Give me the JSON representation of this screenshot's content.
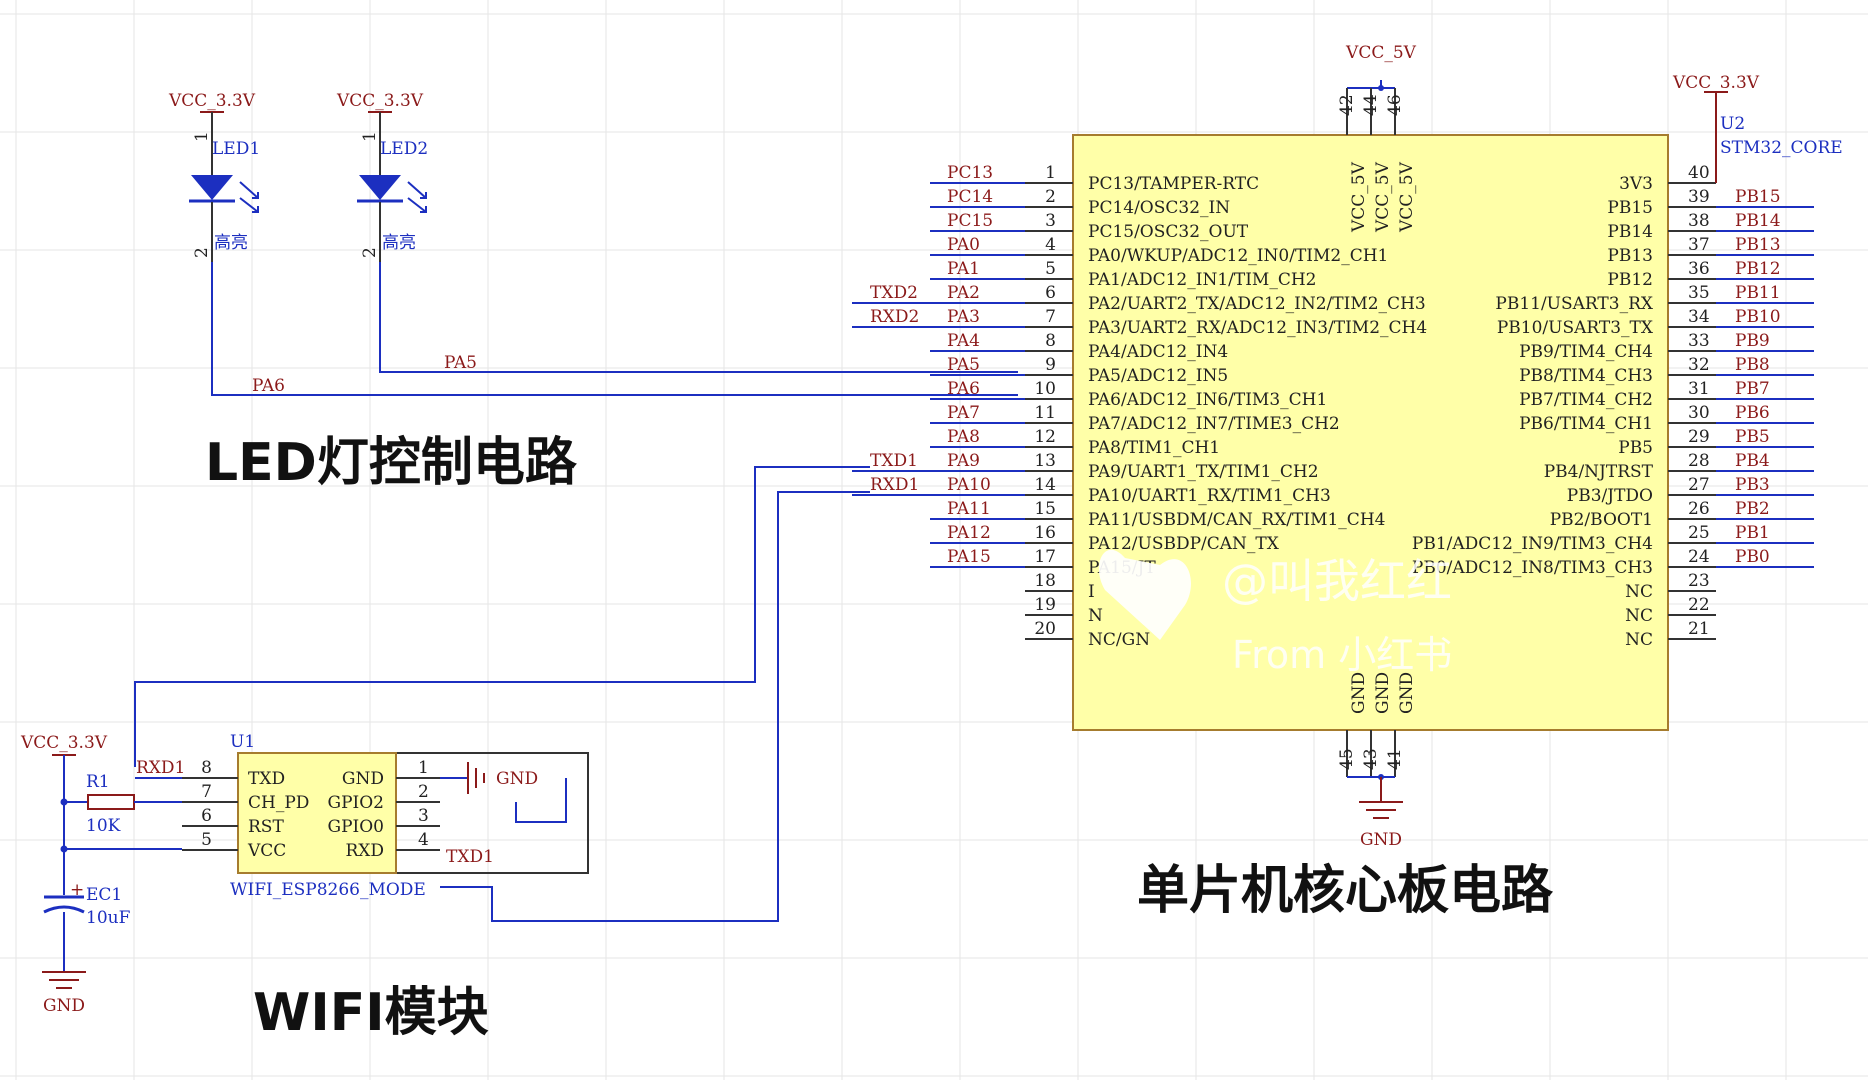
{
  "colors": {
    "wire": "#1c2fc0",
    "netlabel": "#8b1a1a",
    "pin": "#222222",
    "chip_fill": "#ffffa8",
    "grid": "#e6e6e6"
  },
  "titles": {
    "led": "LED灯控制电路",
    "mcu": "单片机核心板电路",
    "wifi": "WIFI模块"
  },
  "led": {
    "vcc1": "VCC_3.3V",
    "vcc2": "VCC_3.3V",
    "name1": "LED1",
    "name2": "LED2",
    "desc1": "高亮",
    "desc2": "高亮",
    "pin_a": "1",
    "pin_b": "2",
    "net_pa6": "PA6",
    "net_pa5": "PA5"
  },
  "u2": {
    "ref": "U2",
    "name": "STM32_CORE",
    "vcc5": "VCC_5V",
    "vcc33": "VCC_3.3V",
    "gnd": "GND",
    "top_pins": [
      "42",
      "44",
      "46"
    ],
    "top_labels": [
      "VCC_5V",
      "VCC_5V",
      "VCC_5V"
    ],
    "bottom_pins": [
      "45",
      "43",
      "41"
    ],
    "bottom_labels": [
      "GND",
      "GND",
      "GND"
    ],
    "left": [
      {
        "num": "1",
        "name": "PC13/TAMPER-RTC",
        "net": "PC13",
        "ext": ""
      },
      {
        "num": "2",
        "name": "PC14/OSC32_IN",
        "net": "PC14",
        "ext": ""
      },
      {
        "num": "3",
        "name": "PC15/OSC32_OUT",
        "net": "PC15",
        "ext": ""
      },
      {
        "num": "4",
        "name": "PA0/WKUP/ADC12_IN0/TIM2_CH1",
        "net": "PA0",
        "ext": ""
      },
      {
        "num": "5",
        "name": "PA1/ADC12_IN1/TIM_CH2",
        "net": "PA1",
        "ext": ""
      },
      {
        "num": "6",
        "name": "PA2/UART2_TX/ADC12_IN2/TIM2_CH3",
        "net": "PA2",
        "ext": "TXD2"
      },
      {
        "num": "7",
        "name": "PA3/UART2_RX/ADC12_IN3/TIM2_CH4",
        "net": "PA3",
        "ext": "RXD2"
      },
      {
        "num": "8",
        "name": "PA4/ADC12_IN4",
        "net": "PA4",
        "ext": ""
      },
      {
        "num": "9",
        "name": "PA5/ADC12_IN5",
        "net": "PA5",
        "ext": ""
      },
      {
        "num": "10",
        "name": "PA6/ADC12_IN6/TIM3_CH1",
        "net": "PA6",
        "ext": ""
      },
      {
        "num": "11",
        "name": "PA7/ADC12_IN7/TIME3_CH2",
        "net": "PA7",
        "ext": ""
      },
      {
        "num": "12",
        "name": "PA8/TIM1_CH1",
        "net": "PA8",
        "ext": ""
      },
      {
        "num": "13",
        "name": "PA9/UART1_TX/TIM1_CH2",
        "net": "PA9",
        "ext": "TXD1"
      },
      {
        "num": "14",
        "name": "PA10/UART1_RX/TIM1_CH3",
        "net": "PA10",
        "ext": "RXD1"
      },
      {
        "num": "15",
        "name": "PA11/USBDM/CAN_RX/TIM1_CH4",
        "net": "PA11",
        "ext": ""
      },
      {
        "num": "16",
        "name": "PA12/USBDP/CAN_TX",
        "net": "PA12",
        "ext": ""
      },
      {
        "num": "17",
        "name": "PA15/JT",
        "net": "PA15",
        "ext": ""
      },
      {
        "num": "18",
        "name": "I",
        "net": "",
        "ext": ""
      },
      {
        "num": "19",
        "name": "N",
        "net": "",
        "ext": ""
      },
      {
        "num": "20",
        "name": "NC/GN",
        "net": "",
        "ext": ""
      }
    ],
    "right": [
      {
        "num": "40",
        "name": "3V3",
        "net": ""
      },
      {
        "num": "39",
        "name": "PB15",
        "net": "PB15"
      },
      {
        "num": "38",
        "name": "PB14",
        "net": "PB14"
      },
      {
        "num": "37",
        "name": "PB13",
        "net": "PB13"
      },
      {
        "num": "36",
        "name": "PB12",
        "net": "PB12"
      },
      {
        "num": "35",
        "name": "PB11/USART3_RX",
        "net": "PB11"
      },
      {
        "num": "34",
        "name": "PB10/USART3_TX",
        "net": "PB10"
      },
      {
        "num": "33",
        "name": "PB9/TIM4_CH4",
        "net": "PB9"
      },
      {
        "num": "32",
        "name": "PB8/TIM4_CH3",
        "net": "PB8"
      },
      {
        "num": "31",
        "name": "PB7/TIM4_CH2",
        "net": "PB7"
      },
      {
        "num": "30",
        "name": "PB6/TIM4_CH1",
        "net": "PB6"
      },
      {
        "num": "29",
        "name": "PB5",
        "net": "PB5"
      },
      {
        "num": "28",
        "name": "PB4/NJTRST",
        "net": "PB4"
      },
      {
        "num": "27",
        "name": "PB3/JTDO",
        "net": "PB3"
      },
      {
        "num": "26",
        "name": "PB2/BOOT1",
        "net": "PB2"
      },
      {
        "num": "25",
        "name": "PB1/ADC12_IN9/TIM3_CH4",
        "net": "PB1"
      },
      {
        "num": "24",
        "name": "PB0/ADC12_IN8/TIM3_CH3",
        "net": "PB0"
      },
      {
        "num": "23",
        "name": "NC",
        "net": ""
      },
      {
        "num": "22",
        "name": "NC",
        "net": ""
      },
      {
        "num": "21",
        "name": "NC",
        "net": ""
      }
    ]
  },
  "u1": {
    "ref": "U1",
    "name": "WIFI_ESP8266_MODE",
    "left_pins": [
      {
        "num": "8",
        "name": "TXD",
        "net": "RXD1"
      },
      {
        "num": "7",
        "name": "CH_PD",
        "net": ""
      },
      {
        "num": "6",
        "name": "RST",
        "net": ""
      },
      {
        "num": "5",
        "name": "VCC",
        "net": ""
      }
    ],
    "right_pins": [
      {
        "num": "1",
        "name": "GND",
        "net": "GND"
      },
      {
        "num": "2",
        "name": "GPIO2",
        "net": ""
      },
      {
        "num": "3",
        "name": "GPIO0",
        "net": ""
      },
      {
        "num": "4",
        "name": "RXD",
        "net": "TXD1"
      }
    ]
  },
  "passives": {
    "vcc": "VCC_3.3V",
    "r_ref": "R1",
    "r_val": "10K",
    "c_ref": "EC1",
    "c_val": "10uF",
    "c_plus": "+",
    "gnd": "GND"
  },
  "watermark": {
    "handle": "@叫我红红",
    "source": "From 小红书"
  }
}
